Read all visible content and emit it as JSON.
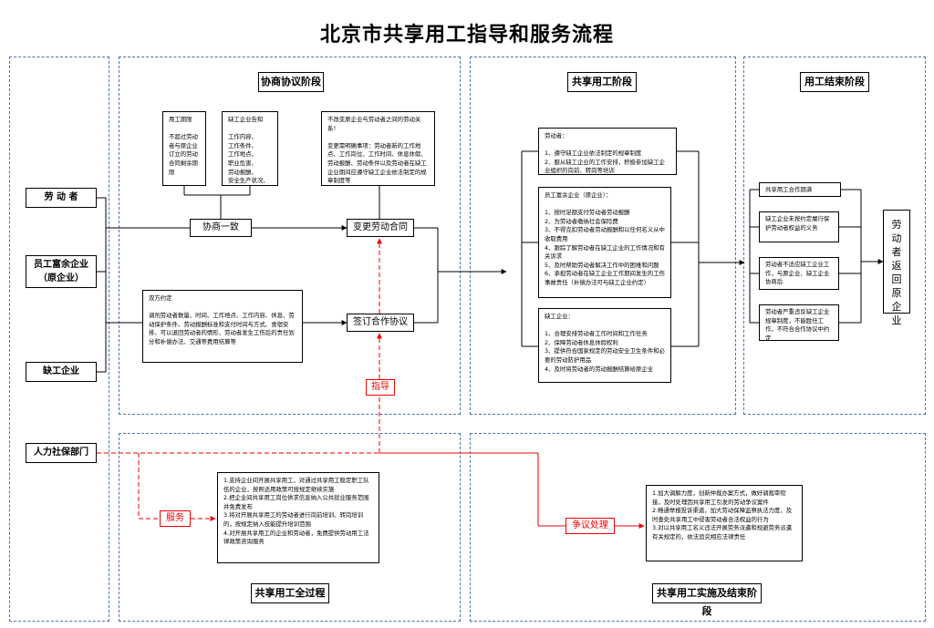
{
  "title": "北京市共享用工指导和服务流程",
  "stages": {
    "negotiation": "协商协议阶段",
    "sharing": "共享用工阶段",
    "end": "用工结束阶段",
    "whole_process": "共享用工全过程",
    "implementation_end": "共享用工实施及结束阶段"
  },
  "parties": {
    "worker": "劳 动 者",
    "surplus": "员工富余企业\n（原企业）",
    "shortage": "缺工企业",
    "hr_dept": "人力社保部门"
  },
  "negotiation": {
    "period_box": "用工期限\n\n不超过劳动者与原企业订立的劳动合同剩余期限",
    "shortage_inform": "缺工企业告知\n\n工作内容、\n工作条件、\n工作地点、\n职业危害、\n劳动报酬、\n安全生产状况、\n企业规章制度等",
    "no_change": "不改变原企业与劳动者之间的劳动关系！\n\n变更需明确事项：劳动者新的工作地点、工作岗位、工作时间、休息休假、劳动报酬、劳动条件以及劳动者在缺工企业期间应遵守缺工企业依法制定的规章制度等",
    "agree": "协商一致",
    "change_contract": "变更劳动合同",
    "sign_agreement": "签订合作协议",
    "both_agree": "双方约定\n\n调剂劳动者数量、时间、工作地点、工作内容、休息、劳动保护条件、劳动报酬标准和支付时间与方式、食宿安排、可以退回劳动者的情形、劳动者发生工伤后的责任划分和补偿办法、交通等费用结算等",
    "guide": "指导"
  },
  "sharing": {
    "worker_box": "劳动者：\n\n1、遵守缺工企业依法制定的规章制度\n2、服从缺工企业的工作安排，积极参加缺工企业组织的岗前、转岗等培训",
    "surplus_box": "员工富余企业（原企业）：\n\n1、按时足额支付劳动者劳动报酬\n2、为劳动者缴纳社会保险费\n3、不得克扣劳动者劳动报酬和以任何名义从中收取费用\n4、跟踪了解劳动者在缺工企业的工作情况和有关诉求\n5、及时帮助劳动者解决工作中的困难和问题\n6、承担劳动者在缺工企业工作期间发生的工伤事故责任（补偿办法可与缺工企业约定）",
    "shortage_box": "缺工企业：\n\n1、合理安排劳动者工作时间和工作任务\n2、保障劳动者休息休假权利\n3、提供符合国家规定的劳动安全卫生条件和必要的劳动防护用品\n4、及时将劳动者的劳动报酬结算给原企业"
  },
  "end": {
    "expiry": "共享用工合作期满",
    "no_need": "缺工企业未按约定履行保护劳动者权益的义务",
    "no_fit": "劳动者不适应缺工企业工作，与原企业、缺工企业协商后",
    "violation": "劳动者严重违反缺工企业规章制度，不能胜任工作，不符合合作协议中约定",
    "return": "劳\n动\n者\n返\n回\n原\n企\n业"
  },
  "bottom": {
    "service": "服务",
    "dispute": "争议处理",
    "service_box": "1.支持企业间开展共享用工，对通过共享用工稳定职工队伍的企业，按照适用政策可按规定继续实施\n2.把企业间共享用工岗位供求信息纳入公共就业服务范围并免费发布\n3.将对开展共享用工的劳动者进行岗前培训、转岗培训的，按规定纳入技能提升培训范围\n4.对开展共享用工的企业和劳动者，免费提供劳动用工法律政策咨询服务",
    "dispute_box": "1.加大调解力度，创新仲裁办案方式，做好调裁审衔接，及时处理因共享用工引发的劳动争议案件\n2.畅通举报投诉渠道，加大劳动保障监察执法力度，及时查处共享用工中侵害劳动者合法权益的行为\n3.对以共享用工名义违法开展劳务派遣和规避劳务派遣有关规定的，依法追究相应法律责任"
  },
  "colors": {
    "dash": "#4a74b4",
    "red": "#e00000",
    "line": "#000000"
  }
}
